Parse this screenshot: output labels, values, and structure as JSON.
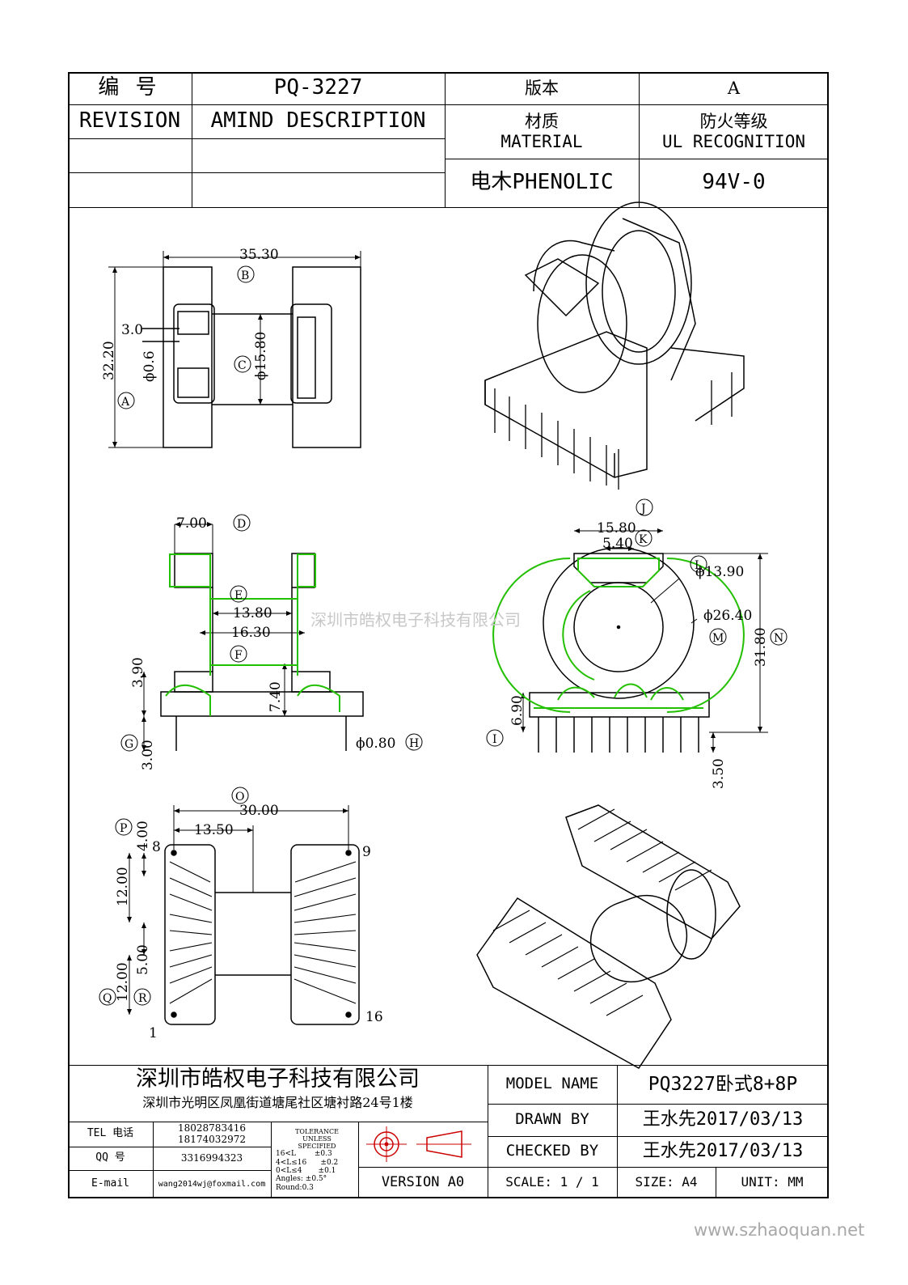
{
  "title_block": {
    "code_label": "编  号",
    "code_value": "PQ-3227",
    "version_label": "版本",
    "version_value": "A",
    "revision_label": "REVISION",
    "amind_label": "AMIND DESCRIPTION",
    "material_label_cn": "材质",
    "material_label_en": "MATERIAL",
    "fire_label_cn": "防火等级",
    "fire_label_en": "UL RECOGNITION",
    "material_value": "电木PHENOLIC",
    "fire_value": "94V-0"
  },
  "views": {
    "top": {
      "dim_width": "35.30",
      "dim_height": "32.20",
      "dim_3_0": "3.0",
      "dim_pin": "ϕ0.6",
      "dim_core": "ϕ15.80",
      "label_a": "A",
      "label_b": "B",
      "label_c": "C"
    },
    "side": {
      "dim_7": "7.00",
      "dim_13_8": "13.80",
      "dim_16_3": "16.30",
      "dim_3_9": "3.90",
      "dim_3_0": "3.00",
      "dim_7_4": "7.40",
      "dim_pin": "ϕ0.80",
      "label_d": "D",
      "label_e": "E",
      "label_f": "F",
      "label_g": "G",
      "label_h": "H"
    },
    "front": {
      "dim_15_8": "15.80",
      "dim_5_4": "5.40",
      "dim_13_9": "ϕ13.90",
      "dim_26_4": "ϕ26.40",
      "dim_31_8": "31.80",
      "dim_6_9": "6.90",
      "dim_3_5": "3.50",
      "label_i": "I",
      "label_j": "J",
      "label_k": "K",
      "label_l": "L",
      "label_m": "M",
      "label_n": "N"
    },
    "bottom": {
      "dim_30": "30.00",
      "dim_13_5": "13.50",
      "dim_4": "4.00",
      "dim_12a": "12.00",
      "dim_5": "5.00",
      "dim_12b": "12.00",
      "pin_8": "8",
      "pin_9": "9",
      "pin_1": "1",
      "pin_16": "16",
      "label_o": "O",
      "label_p": "P",
      "label_q": "Q",
      "label_r": "R"
    }
  },
  "watermark_center": "深圳市皓权电子科技有限公司",
  "watermark_url": "www.szhaoquan.net",
  "footer": {
    "company": "深圳市皓权电子科技有限公司",
    "address": "深圳市光明区凤凰街道塘尾社区塘衬路24号1楼",
    "tel_label": "TEL 电话",
    "tel_1": "18028783416",
    "tel_2": "18174032972",
    "qq_label": "QQ  号",
    "qq_value": "3316994323",
    "email_label": "E-mail",
    "email_value": "wang2014wj@foxmail.com",
    "tolerance_title": "TOLERANCE\nUNLESS\nSPECIFIED",
    "tol_1": "16<L        ±0.3",
    "tol_2": "4<L≤16      ±0.2",
    "tol_3": "0<L≤4       ±0.1",
    "tol_4": "Angles: ±0.5°",
    "tol_5": "Round:0.3",
    "version": "VERSION A0",
    "model_label": "MODEL NAME",
    "model_value": "PQ3227卧式8+8P",
    "drawn_label": "DRAWN BY",
    "drawn_value": "王水先2017/03/13",
    "checked_label": "CHECKED BY",
    "checked_value": "王水先2017/03/13",
    "scale": "SCALE: 1 / 1",
    "size": "SIZE: A4",
    "unit": "UNIT: MM"
  }
}
